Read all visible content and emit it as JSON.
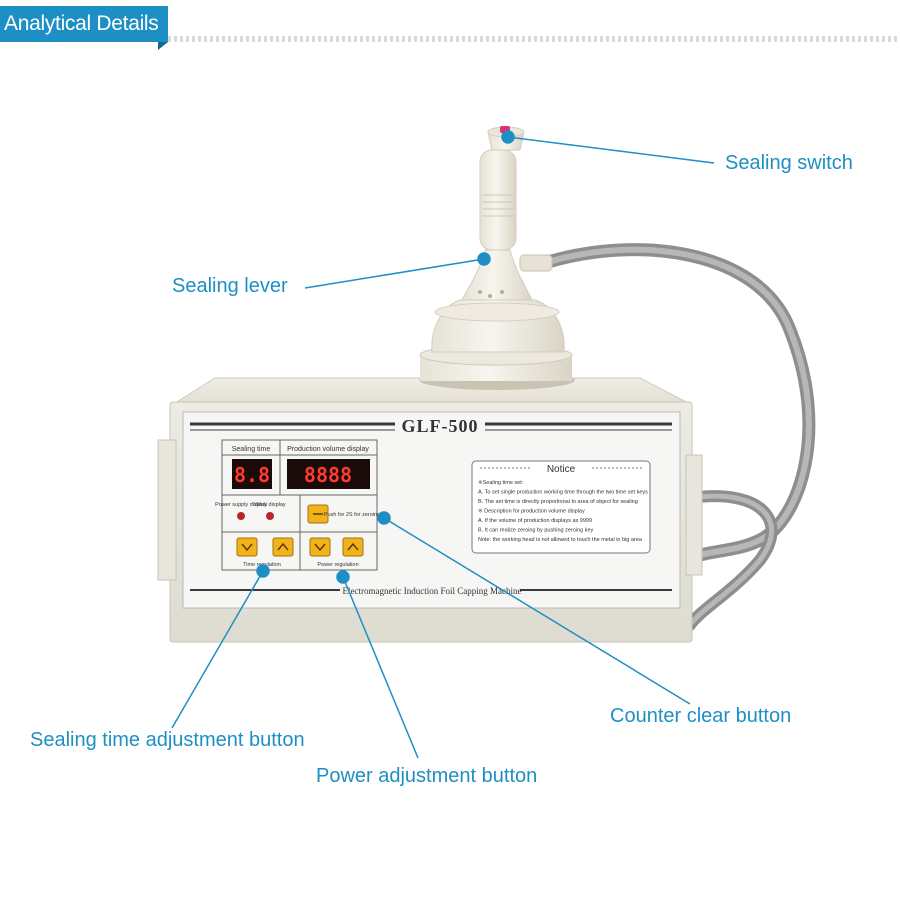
{
  "header": {
    "title": "Analytical Details"
  },
  "callouts": {
    "sealing_switch": "Sealing switch",
    "sealing_lever": "Sealing lever",
    "counter_clear": "Counter clear button",
    "sealing_time_adjust": "Sealing time adjustment button",
    "power_adjust": "Power adjustment button"
  },
  "machine": {
    "model": "GLF-500",
    "caption": "Electromagnetic Induction Foil Capping Machine",
    "display": {
      "sealing_time_label": "Sealing time",
      "production_label": "Production volume display",
      "sealing_time_value": "8.8",
      "production_value": "8888",
      "power_supply_label": "Power supply display",
      "work_label": "Work display",
      "clear_hint": "Push for 2S for zeroing"
    },
    "buttons": {
      "time_regulation_label": "Time regulation",
      "power_regulation_label": "Power regulation"
    },
    "notice": {
      "title": "Notice",
      "lines": [
        "※Sealing time set:",
        "A. To set single production working time through the two time set keys",
        "B. The set time is directly proportional to area of object for sealing",
        "※ Description for production volume display",
        "A. If the volume of production displays as 9999",
        "B. It can realize zeroing by pushing zeroing key",
        "Note: the working head is not allowed to touch the metal in big area"
      ]
    }
  },
  "colors": {
    "accent": "#1e8fc4",
    "led": "#ff3b2f",
    "button_yellow": "#f2b21b"
  }
}
